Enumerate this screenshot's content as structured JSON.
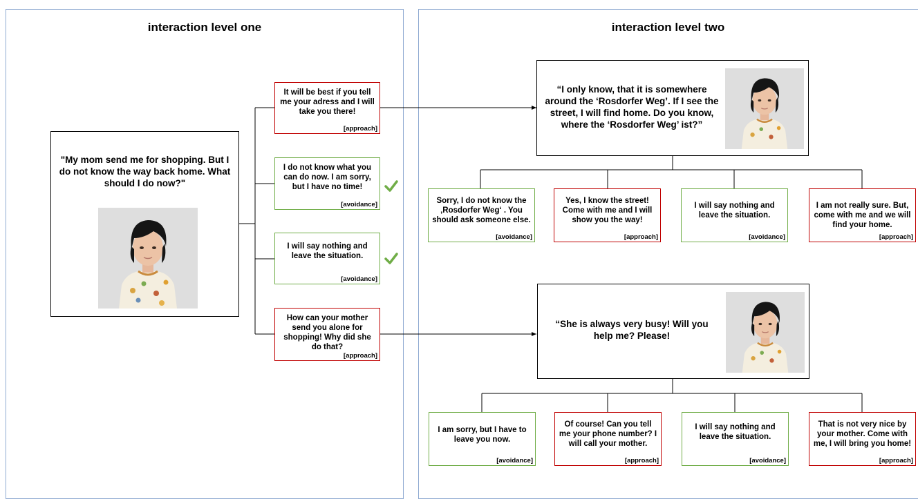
{
  "panels": {
    "level_one": {
      "title": "interaction level one"
    },
    "level_two": {
      "title": "interaction level two"
    }
  },
  "level_one": {
    "prompt": "\"My mom send me for shopping. But I do not know the way back home. What should I do now?\"",
    "options": [
      {
        "text": "It will be best if you tell me your adress and I will take you there!",
        "tag": "[approach]",
        "type": "approach",
        "checked": false
      },
      {
        "text": "I do not know what you can do now. I am sorry, but I have no time!",
        "tag": "[avoidance]",
        "type": "avoidance",
        "checked": true
      },
      {
        "text": "I will say nothing and leave the situation.",
        "tag": "[avoidance]",
        "type": "avoidance",
        "checked": true
      },
      {
        "text": "How can your mother send you alone for shopping!  Why did she do that?",
        "tag": "[approach]",
        "type": "approach",
        "checked": false
      }
    ]
  },
  "level_two": {
    "top": {
      "prompt": "“I only know, that it is somewhere around the ‘Rosdorfer Weg’. If I see the street, I will find home. Do you know, where the ‘Rosdorfer Weg’ ist?”",
      "options": [
        {
          "text": "Sorry, I do not know the ‚Rosdorfer Weg‘ . You should ask someone else.",
          "tag": "[avoidance]",
          "type": "avoidance"
        },
        {
          "text": "Yes, I know the street! Come with me and I will show you the way!",
          "tag": "[approach]",
          "type": "approach"
        },
        {
          "text": "I will say nothing and leave the situation.",
          "tag": "[avoidance]",
          "type": "avoidance"
        },
        {
          "text": "I am not really sure. But, come with me and we will find your home.",
          "tag": "[approach]",
          "type": "approach"
        }
      ]
    },
    "bottom": {
      "prompt": "“She is always very busy! Will you help me? Please!",
      "options": [
        {
          "text": "I am sorry, but I have to leave you now.",
          "tag": "[avoidance]",
          "type": "avoidance"
        },
        {
          "text": "Of course! Can you tell me your phone number? I will call your mother.",
          "tag": "[approach]",
          "type": "approach"
        },
        {
          "text": "I will say nothing and leave the situation.",
          "tag": "[avoidance]",
          "type": "avoidance"
        },
        {
          "text": "That is not very nice by your mother. Come with me, I will bring you home!",
          "tag": "[approach]",
          "type": "approach"
        }
      ]
    }
  },
  "icons": {
    "avatar": "child-avatar-icon",
    "check": "checkmark-icon"
  },
  "colors": {
    "approach": "#c00000",
    "avoidance": "#70ad47",
    "check": "#70ad47",
    "panel_border": "#8ea9d1"
  }
}
